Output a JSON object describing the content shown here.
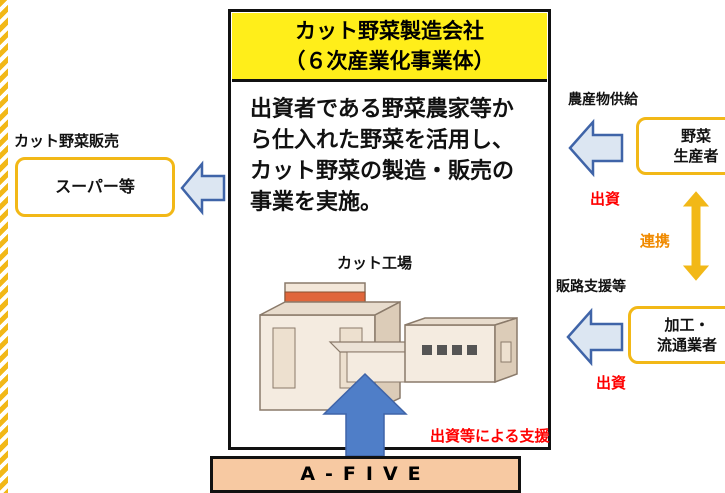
{
  "company": {
    "title_line1": "カット野菜製造会社",
    "title_line2": "（６次産業化事業体）",
    "description": "出資者である野菜農家等から仕入れた野菜を活用し、カット野菜の製造・販売の事業を実施。",
    "factory_label": "カット工場"
  },
  "left": {
    "label": "カット野菜販売",
    "box": "スーパー等"
  },
  "right_top": {
    "label": "農産物供給",
    "box_line1": "野菜",
    "box_line2": "生産者",
    "investment": "出資"
  },
  "link_label": "連携",
  "right_bottom": {
    "label": "販路支援等",
    "box_line1": "加工・",
    "box_line2": "流通業者",
    "investment": "出資"
  },
  "bottom": {
    "support_label": "出資等による支援",
    "afive": "A-FIVE"
  },
  "colors": {
    "title_bg": "#ffee1a",
    "box_border": "#f2b817",
    "arrow_fill": "#dce6f2",
    "arrow_stroke": "#3f64a8",
    "up_arrow": "#4f7ec8",
    "link_arrow": "#f2b817",
    "investment_text": "#ff0000",
    "afive_bg": "#f7c9a2"
  }
}
